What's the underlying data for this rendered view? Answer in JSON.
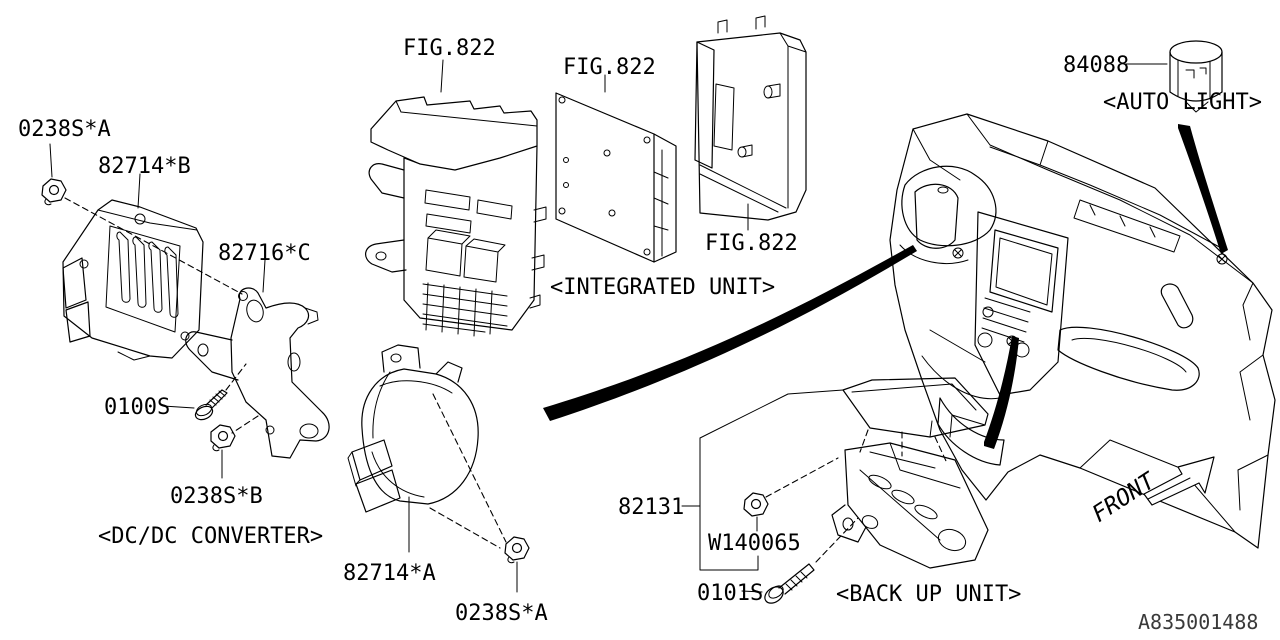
{
  "diagram": {
    "figure_refs": {
      "fusebox": "FIG.822",
      "plate": "FIG.822",
      "ecu": "FIG.822"
    },
    "part_labels": {
      "nut_top": "0238S*A",
      "dcdc_module": "82714*B",
      "bracket": "82716*C",
      "screw_front": "0100S",
      "nut_bracket": "0238S*B",
      "drum_module": "82714*A",
      "nut_bottom": "0238S*A",
      "auto_light_sensor": "84088",
      "backup_unit": "82131",
      "washer_nut": "W140065",
      "screw_backup": "0101S"
    },
    "captions": {
      "dcdc": "<DC/DC CONVERTER>",
      "integrated": "<INTEGRATED UNIT>",
      "auto_light": "<AUTO LIGHT>",
      "backup": "<BACK UP UNIT>"
    },
    "front_label": "FRONT",
    "drawing_code": "A835001488",
    "colors": {
      "line": "#000000",
      "background": "#ffffff"
    }
  }
}
